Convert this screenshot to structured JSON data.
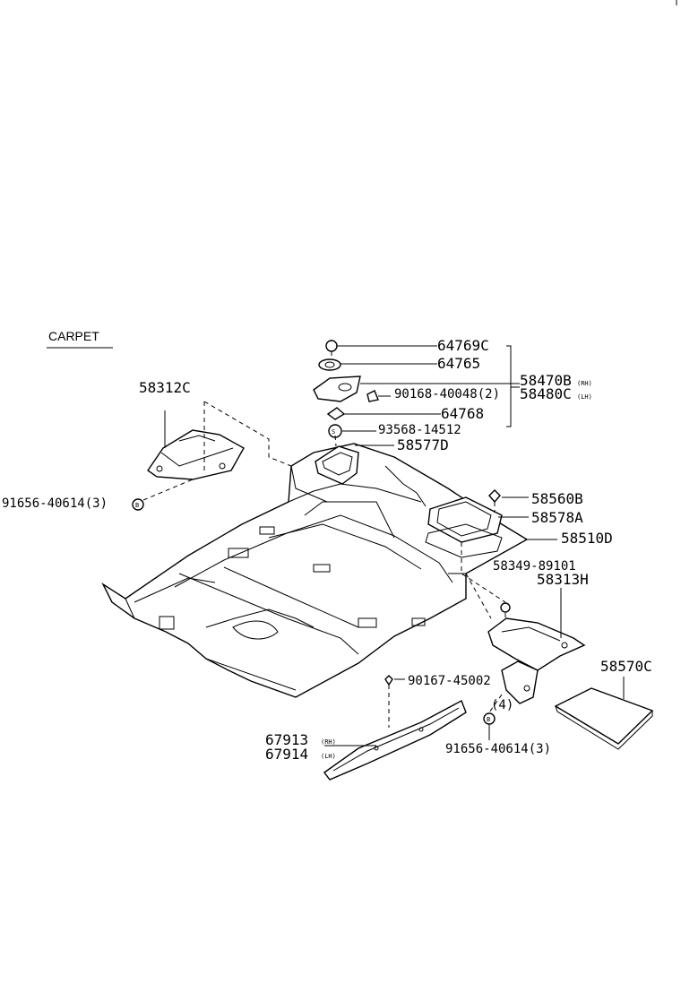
{
  "section_title": "CARPET",
  "parts": {
    "p64769C": "64769C",
    "p64765": "64765",
    "p58470B": "58470B",
    "p58480C": "58480C",
    "p90168": "90168-40048(2)",
    "p64768": "64768",
    "p93568": "93568-14512",
    "p58577D": "58577D",
    "p58312C": "58312C",
    "p91656a": "91656-40614(3)",
    "p58560B": "58560B",
    "p58578A": "58578A",
    "p58510D": "58510D",
    "p58349": "58349-89101",
    "p58313H": "58313H",
    "p58570C": "58570C",
    "p90167": "90167-45002",
    "p4": "(4)",
    "p91656b": "91656-40614(3)",
    "p67913": "67913",
    "p67914": "67914"
  },
  "side_marks": {
    "rh": "(RH)",
    "lh": "(LH)"
  },
  "symbols": {
    "bolt_b": "B",
    "screw_s": "S"
  }
}
